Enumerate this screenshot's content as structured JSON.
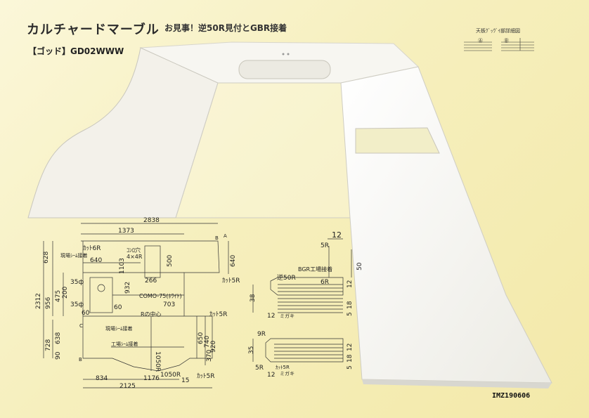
{
  "header": {
    "title": "カルチャードマーブル",
    "subtitle": "お見事！逆50R見付とGBR接着",
    "product_code": "【ゴッド】GD02WWW"
  },
  "legend": {
    "title": "天板ｸﾞｯｳﾞｲ部詳細図",
    "a": "Ⓐ",
    "b": "Ⓑ"
  },
  "drawing": {
    "dims": {
      "d2838": "2838",
      "d1373": "1373",
      "d640": "640",
      "d628": "628",
      "d1103": "1103",
      "d500": "500",
      "d640b": "640",
      "d266": "266",
      "d932": "932",
      "d703": "703",
      "d2312": "2312",
      "d956": "956",
      "d475": "475",
      "d200": "200",
      "d35a": "35ф",
      "d35b": "35ф",
      "d60a": "60",
      "d60b": "60",
      "d728": "728",
      "d638": "638",
      "d90": "90",
      "d1050r": "1050R",
      "d650": "650",
      "d740": "740",
      "d920": "920",
      "d370": "370",
      "d834": "834",
      "d1176": "1176",
      "d2125": "2125",
      "d1050rb": "1050R",
      "d15": "15",
      "d12top": "12",
      "d5r": "5R",
      "d50": "50",
      "d12a": "12",
      "d12b": "12",
      "d18": "18",
      "d5": "5",
      "d6r": "6R",
      "d50r": "逆50R",
      "d38": "38",
      "d35c": "35",
      "d9r": "9R",
      "d5rb": "5R",
      "d5rc": "5R",
      "d12c": "12",
      "d12d": "12",
      "d18b": "18",
      "d5b": "5"
    },
    "notes": {
      "cut6r": "ｶｯﾄ6R",
      "cut5r": "ｶｯﾄ5R",
      "cut5rb": "ｶｯﾄ5R",
      "cut5rc": "ｶｯﾄ5R",
      "cut5rd": "ｶｯﾄ5R",
      "site_joint": "現場ｼｰﾑ接着",
      "site_joint2": "現場ｼｰﾑ接着",
      "site_joint3": "工場ｼｰﾑ接着",
      "stove": "ｺﾝﾛ穴",
      "stove_size": "4×4R",
      "como": "COMO-75(ﾎﾜｲﾄ)",
      "rcenter": "Rの中心",
      "bgr": "BGR工場接着",
      "migaki": "ミガキ",
      "migaki2": "ミガキ",
      "label_a": "A",
      "label_b": "B",
      "label_c": "C",
      "label_b2": "B"
    }
  },
  "footer": {
    "code": "IMZ190606"
  },
  "colors": {
    "background": "#f6efbd",
    "counter": "#f4f3ed",
    "line": "#333333"
  }
}
